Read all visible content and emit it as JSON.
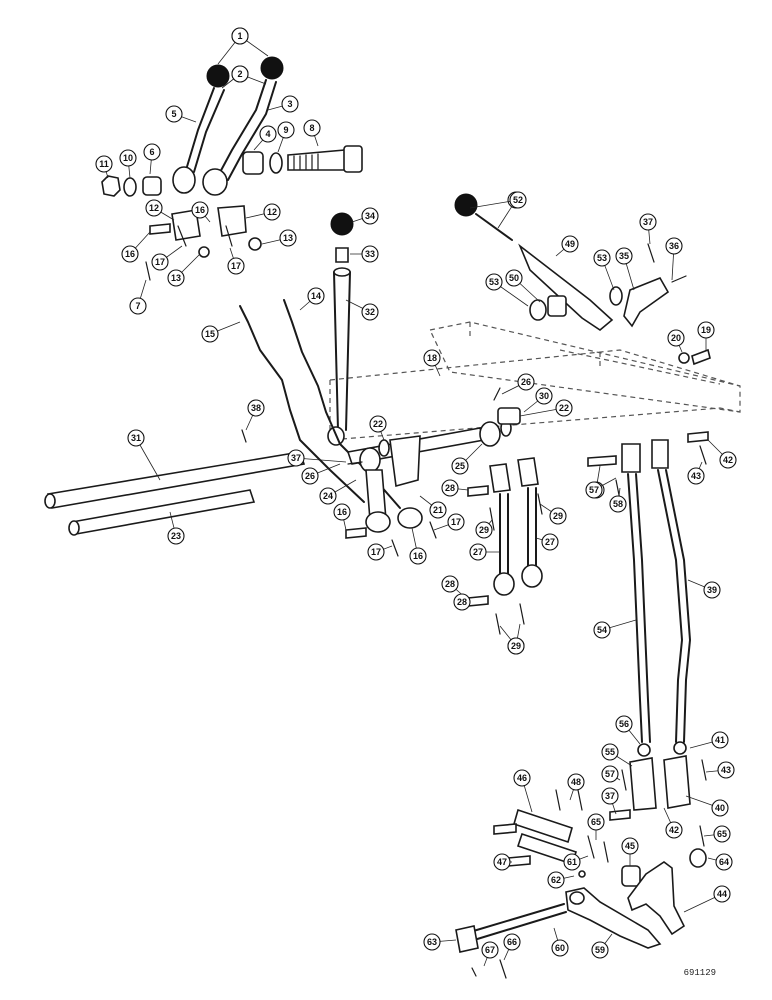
{
  "catalog_number": "691129",
  "callouts": [
    "1",
    "2",
    "3",
    "4",
    "5",
    "6",
    "7",
    "8",
    "9",
    "10",
    "11",
    "12",
    "13",
    "14",
    "15",
    "16",
    "17",
    "18",
    "19",
    "20",
    "21",
    "22",
    "23",
    "24",
    "25",
    "26",
    "27",
    "28",
    "29",
    "30",
    "31",
    "32",
    "33",
    "34",
    "35",
    "36",
    "37",
    "38",
    "39",
    "40",
    "41",
    "42",
    "43",
    "44",
    "45",
    "46",
    "47",
    "48",
    "49",
    "50",
    "51",
    "52",
    "53",
    "54",
    "55",
    "56",
    "57",
    "58",
    "59",
    "60",
    "61",
    "62",
    "63",
    "64",
    "65",
    "66",
    "67"
  ]
}
